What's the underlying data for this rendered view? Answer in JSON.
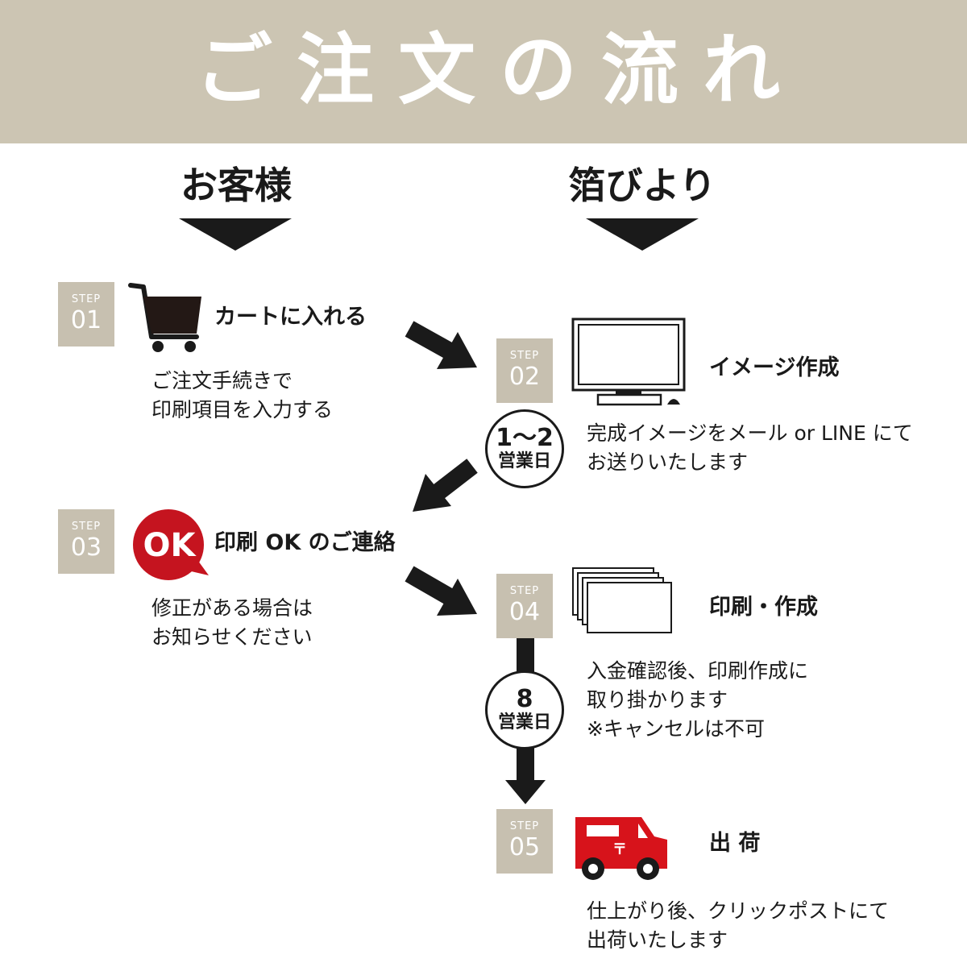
{
  "header": {
    "title": "ご注文の流れ",
    "bg_color": "#ccc5b3"
  },
  "columns": {
    "customer": "お客様",
    "shop": "箔びより"
  },
  "steps": [
    {
      "label": "STEP",
      "number": "01",
      "title": "カートに入れる",
      "desc": [
        "ご注文手続きで",
        "印刷項目を入力する"
      ],
      "icon": "cart-icon"
    },
    {
      "label": "STEP",
      "number": "02",
      "title": "イメージ作成",
      "desc": [
        "完成イメージをメール or LINE にて",
        "お送りいたします"
      ],
      "icon": "monitor-icon"
    },
    {
      "label": "STEP",
      "number": "03",
      "title": "印刷 OK のご連絡",
      "desc": [
        "修正がある場合は",
        "お知らせください"
      ],
      "icon": "ok-bubble-icon",
      "icon_text": "OK"
    },
    {
      "label": "STEP",
      "number": "04",
      "title": "印刷・作成",
      "desc": [
        "入金確認後、印刷作成に",
        "取り掛かります",
        "※キャンセルは不可"
      ],
      "icon": "cards-stack-icon"
    },
    {
      "label": "STEP",
      "number": "05",
      "title": "出 荷",
      "desc": [
        "仕上がり後、クリックポストにて",
        "出荷いたします"
      ],
      "icon": "delivery-truck-icon",
      "icon_text": "〒"
    }
  ],
  "durations": [
    {
      "top": "1～2",
      "bottom": "営業日"
    },
    {
      "top": "8",
      "bottom": "営業日"
    }
  ],
  "colors": {
    "step_box": "#c7c0b0",
    "ok_red": "#c5141f",
    "truck_red": "#d7131b",
    "text": "#1a1a1a"
  }
}
